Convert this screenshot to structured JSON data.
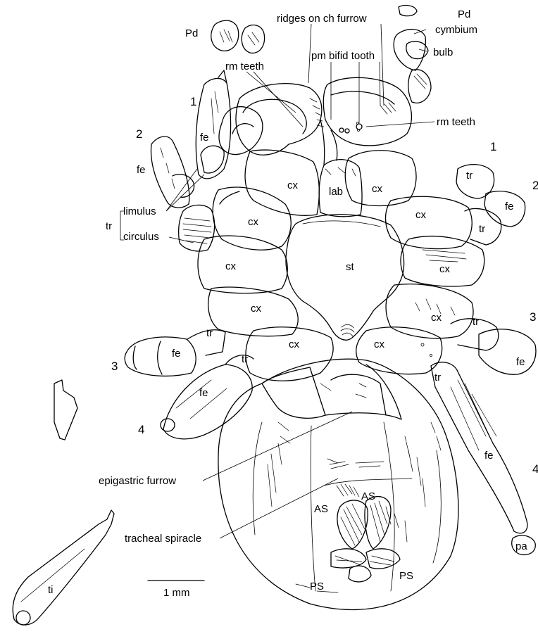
{
  "labels": {
    "pd_left": "Pd",
    "pd_right": "Pd",
    "ridges": "ridges on ch furrow",
    "cymbium": "cymbium",
    "bulb": "bulb",
    "pm_tooth": "pm bifid tooth",
    "rm_teeth_left": "rm teeth",
    "rm_teeth_right": "rm teeth",
    "leg1_left": "1",
    "leg2_left": "2",
    "leg3_left": "3",
    "leg4_left": "4",
    "leg1_right": "1",
    "leg2_right": "2",
    "leg3_right": "3",
    "leg4_right": "4",
    "fe_1": "fe",
    "fe_2": "fe",
    "fe_3": "fe",
    "fe_4": "fe",
    "fe_r1": "fe",
    "fe_r2": "fe",
    "fe_r3": "fe",
    "tr_group": "tr",
    "limulus": "limulus",
    "circulus": "circulus",
    "cx_1": "cx",
    "cx_2": "cx",
    "cx_3": "cx",
    "cx_4": "cx",
    "cx_5": "cx",
    "cx_6": "cx",
    "cx_7": "cx",
    "cx_8": "cx",
    "cx_9": "cx",
    "lab": "lab",
    "st": "st",
    "tr_1": "tr",
    "tr_2": "tr",
    "tr_3": "tr",
    "tr_4": "tr",
    "tr_5": "tr",
    "tr_6": "tr",
    "epigastric": "epigastric furrow",
    "tracheal": "tracheal spiracle",
    "as_1": "AS",
    "as_2": "AS",
    "ps_1": "PS",
    "ps_2": "PS",
    "ti": "ti",
    "pa": "pa",
    "scale": "1 mm"
  }
}
